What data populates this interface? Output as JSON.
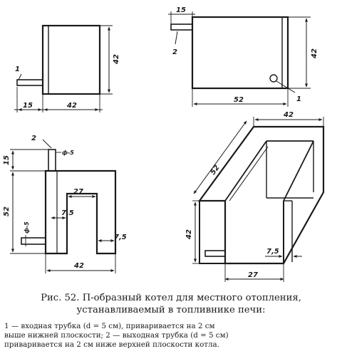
{
  "figure": {
    "caption_title_line1": "Рис. 52. П-образный котел для местного отопления,",
    "caption_title_line2": "устанавливаемый в топливнике печи:",
    "caption_note_line1": "1 — входная трубка (d = 5 см), приваривается на 2 см",
    "caption_note_line2": "выше нижней плоскости; 2 — выходная трубка (d = 5 см)",
    "caption_note_line3": "приваривается на 2 см ниже верхней плоскости котла."
  },
  "views": {
    "side_left": {
      "pipe_label": "1",
      "dim_pipe": "15",
      "dim_width": "42",
      "dim_height": "42"
    },
    "side_right": {
      "pipe_label": "2",
      "dim_pipe": "15",
      "dim_width": "52",
      "dim_height": "42",
      "hole_label": "1"
    },
    "front": {
      "pipe_label": "2",
      "pipe_diameter": "ф-5",
      "dim_top": "15",
      "dim_height": "52",
      "dim_inner_width": "27",
      "dim_wall_left": "7,5",
      "dim_wall_right": "7,5",
      "dim_pipe_diameter": "ф-5",
      "dim_width": "42"
    },
    "iso": {
      "dim_width": "42",
      "dim_length": "52",
      "dim_height": "42",
      "dim_wall": "7,5",
      "dim_inner": "27"
    }
  }
}
